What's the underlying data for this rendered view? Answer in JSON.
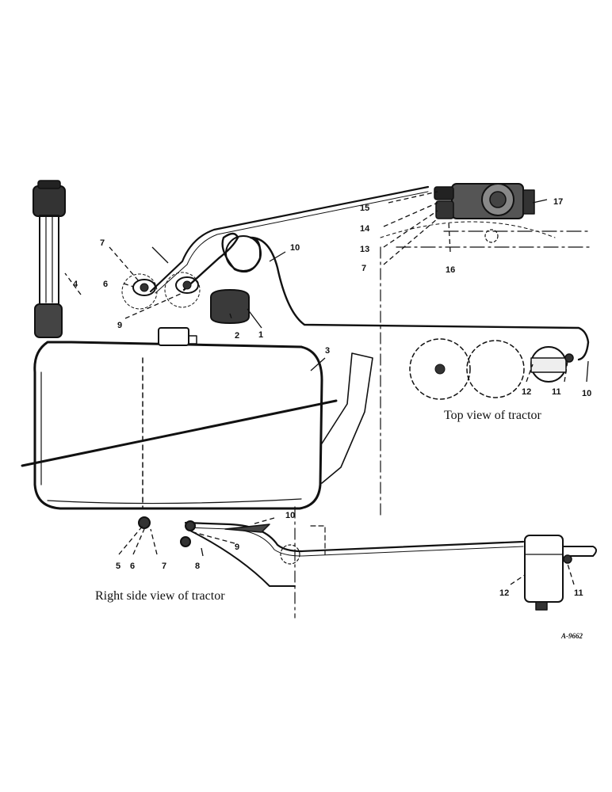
{
  "captions": {
    "top_view": "Top view of tractor",
    "side_view": "Right side view of tractor",
    "plate_number": "A-9662"
  },
  "callouts": [
    "1",
    "2",
    "3",
    "4",
    "5",
    "6",
    "6",
    "7",
    "7",
    "7",
    "8",
    "9",
    "9",
    "10",
    "10",
    "10",
    "11",
    "11",
    "12",
    "12",
    "13",
    "14",
    "15",
    "16",
    "17"
  ]
}
